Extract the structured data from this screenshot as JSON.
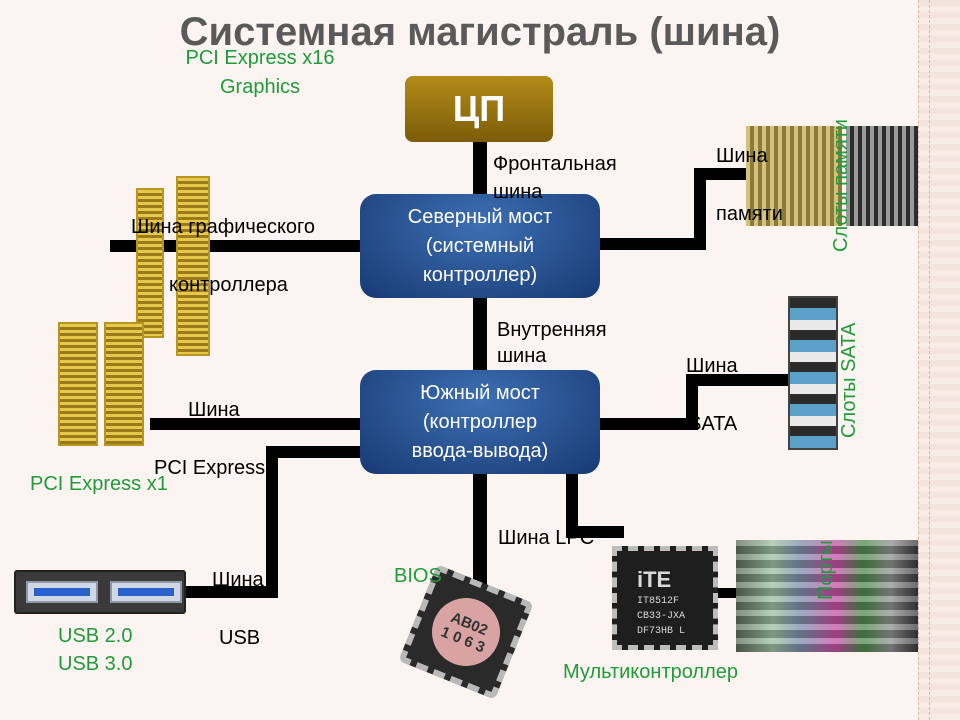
{
  "title": "Системная магистраль (шина)",
  "cpu": "ЦП",
  "north_bridge": [
    "Северный мост",
    "(системный",
    "контроллер)"
  ],
  "south_bridge": [
    "Южный мост",
    "(контроллер",
    "ввода-вывода)"
  ],
  "buses": {
    "frontal": [
      "Фронтальная",
      "шина"
    ],
    "internal": [
      "Внутренняя",
      "шина"
    ],
    "graphics": [
      "Шина графического",
      "контроллера"
    ],
    "memory": [
      "Шина",
      "памяти"
    ],
    "sata": [
      "Шина",
      "SATA"
    ],
    "pci_express": [
      "Шина",
      "PCI Express"
    ],
    "usb": [
      "Шина",
      "USB"
    ],
    "lpc": "Шина LPC"
  },
  "devices": {
    "pcie_x16": [
      "PCI Express x16",
      "Graphics"
    ],
    "pcie_x1": "PCI Express x1",
    "memory_slots": "Слоты памяти",
    "sata_slots": "Слоты SATA",
    "usb": [
      "USB 2.0",
      "USB 3.0"
    ],
    "bios": "BIOS",
    "bios_chip_text": [
      "AB02",
      "1 0 6 3"
    ],
    "multicontroller": "Мультиконтроллер",
    "ite_logo": "iTE",
    "ite_code": [
      "IT8512F",
      "CB33-JXA",
      "DF73HB L"
    ],
    "ports": "Порты"
  },
  "colors": {
    "green_label": "#1f9b3c",
    "bridge_blue": "#1e4a8c",
    "cpu_gold": "#9a7412",
    "title_gray": "#5a5a5a"
  }
}
